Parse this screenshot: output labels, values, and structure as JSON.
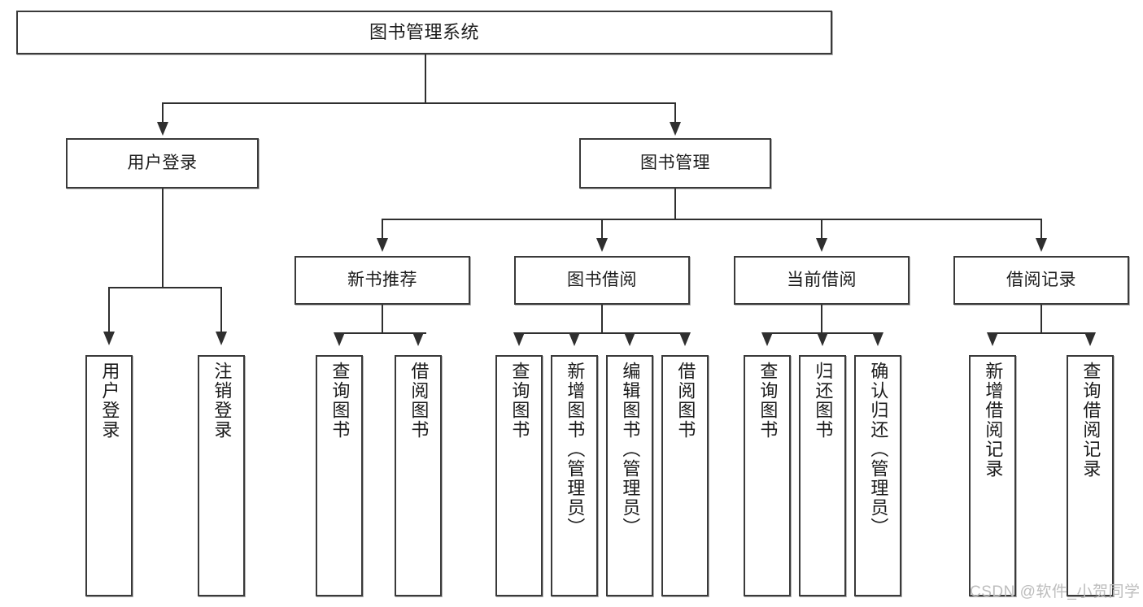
{
  "diagram": {
    "type": "tree",
    "title": "图书管理系统",
    "root": {
      "label": "图书管理系统"
    },
    "level1": [
      {
        "label": "用户登录"
      },
      {
        "label": "图书管理"
      }
    ],
    "level2": [
      {
        "label": "新书推荐"
      },
      {
        "label": "图书借阅"
      },
      {
        "label": "当前借阅"
      },
      {
        "label": "借阅记录"
      }
    ],
    "leaves": {
      "user_login": [
        {
          "label": "用户登录"
        },
        {
          "label": "注销登录"
        }
      ],
      "new_book": [
        {
          "label": "查询图书"
        },
        {
          "label": "借阅图书"
        }
      ],
      "book_borrow": [
        {
          "label": "查询图书"
        },
        {
          "label": "新增图书（管理员）"
        },
        {
          "label": "编辑图书（管理员）"
        },
        {
          "label": "借阅图书"
        }
      ],
      "current_borrow": [
        {
          "label": "查询图书"
        },
        {
          "label": "归还图书"
        },
        {
          "label": "确认归还（管理员）"
        }
      ],
      "borrow_record": [
        {
          "label": "新增借阅记录"
        },
        {
          "label": "查询借阅记录"
        }
      ]
    }
  },
  "watermark": {
    "text": "CSDN @软件_小贺同学"
  },
  "colors": {
    "box_border": "#3a3a3a",
    "line": "#2f2f2f",
    "background": "#ffffff",
    "watermark": "#bdbdbd"
  }
}
